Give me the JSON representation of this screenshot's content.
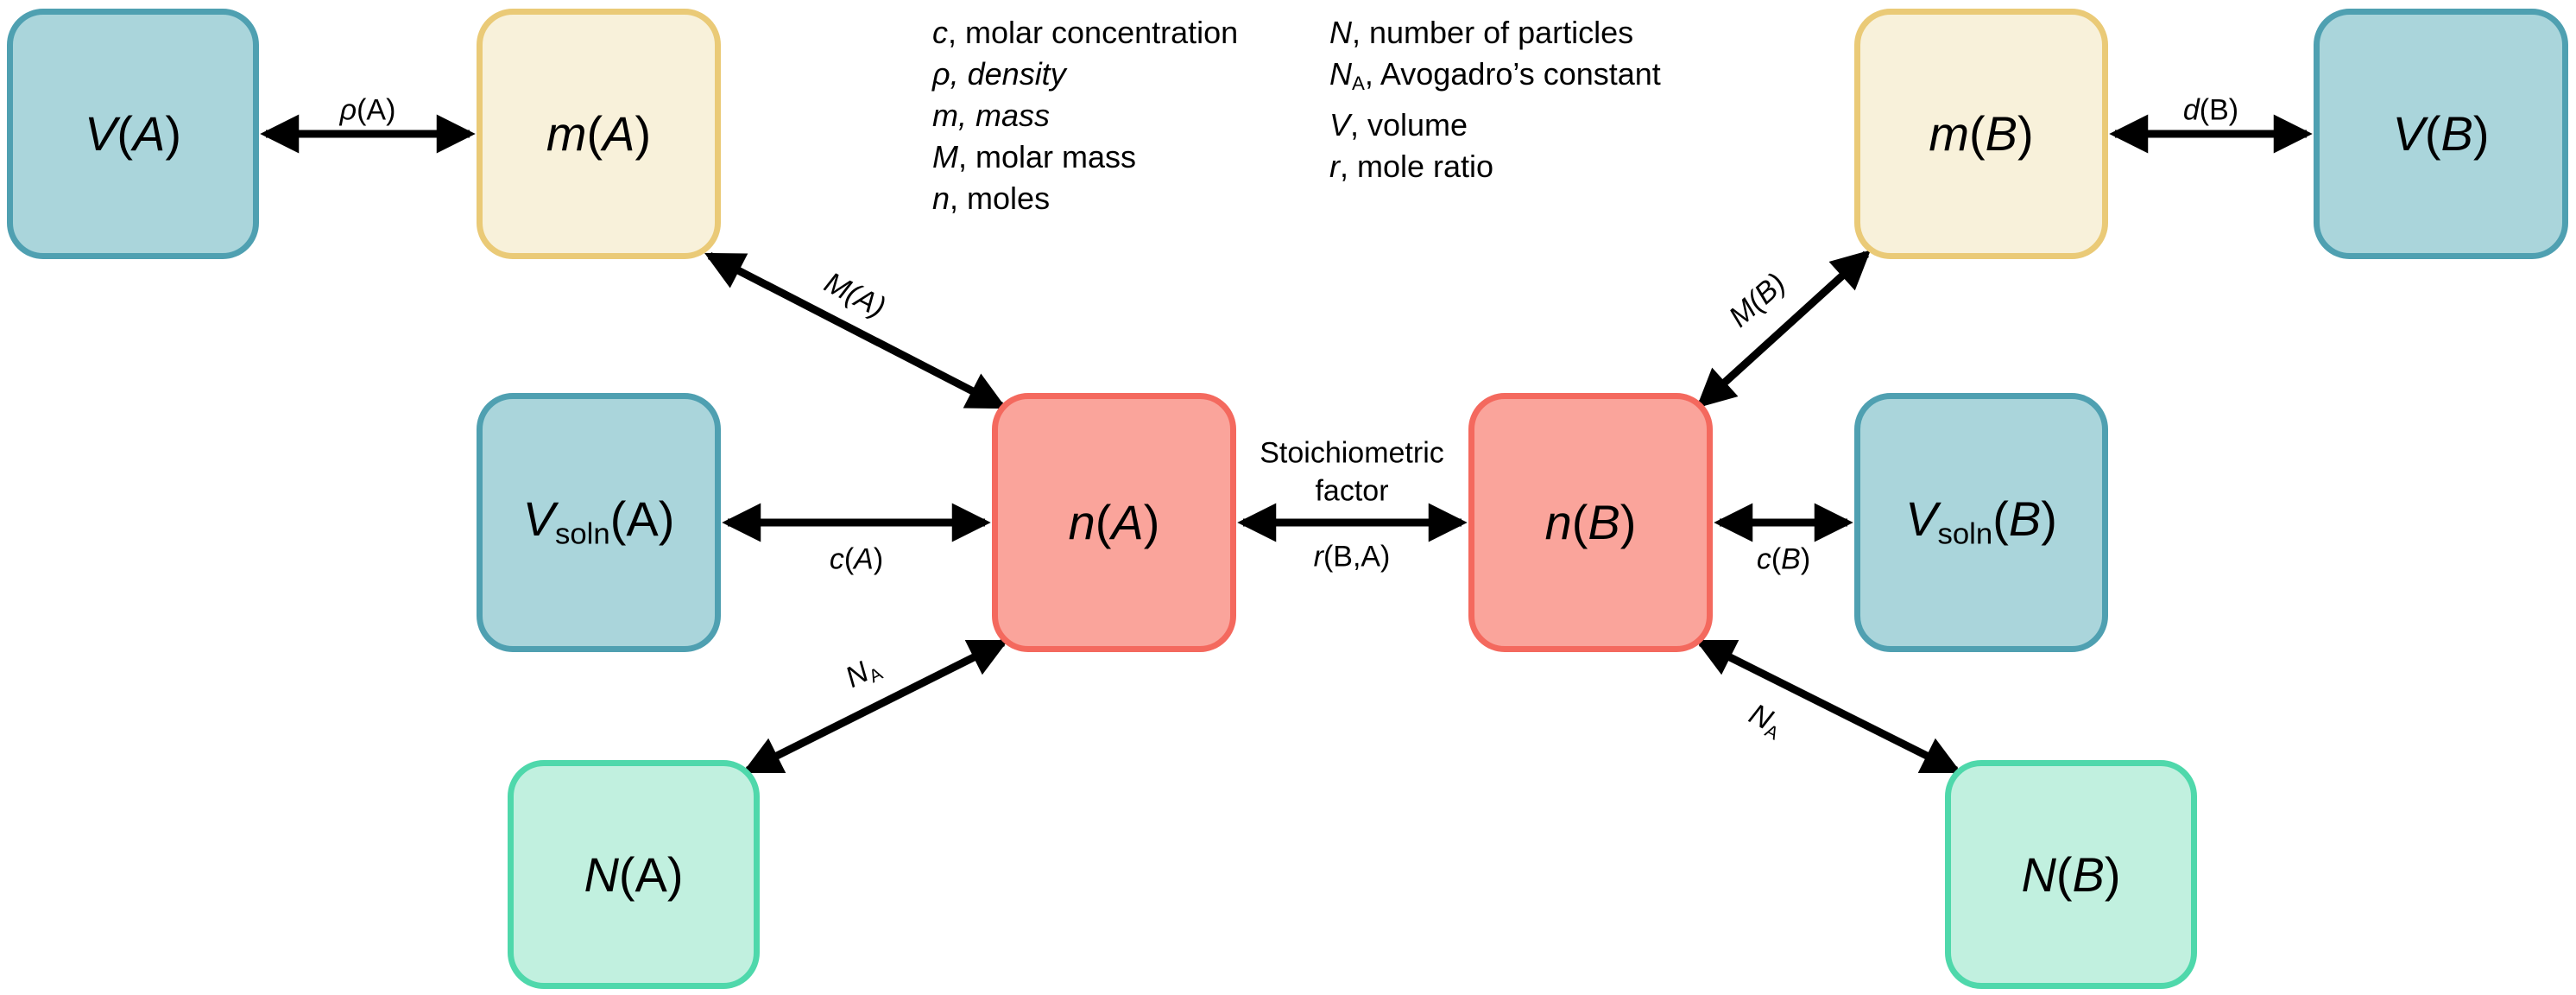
{
  "colors": {
    "teal_fill": "#AAD5DB",
    "teal_border": "#4FA0B1",
    "cream_fill": "#F8F1DA",
    "cream_border": "#EACA77",
    "salmon_fill": "#FAA49B",
    "salmon_border": "#F4695E",
    "mint_fill": "#C1F0DF",
    "mint_border": "#4FD8AB",
    "arrow": "#000000",
    "text": "#000000"
  },
  "boxes": {
    "v_a": [
      {
        "t": "V",
        "i": true
      },
      {
        "t": "("
      },
      {
        "t": "A",
        "i": true
      },
      {
        "t": ")"
      }
    ],
    "m_a": [
      {
        "t": "m",
        "i": true
      },
      {
        "t": "("
      },
      {
        "t": "A",
        "i": true
      },
      {
        "t": ")"
      }
    ],
    "vsoln_a": [
      {
        "t": "V",
        "i": true
      },
      {
        "t": "soln",
        "sub": true
      },
      {
        "t": "(A)"
      }
    ],
    "n_a": [
      {
        "t": "n",
        "i": true
      },
      {
        "t": "("
      },
      {
        "t": "A",
        "i": true
      },
      {
        "t": ")"
      }
    ],
    "cap_n_a": [
      {
        "t": "N",
        "i": true
      },
      {
        "t": "(A)"
      }
    ],
    "m_b": [
      {
        "t": "m",
        "i": true
      },
      {
        "t": "("
      },
      {
        "t": "B",
        "i": true
      },
      {
        "t": ")"
      }
    ],
    "v_b": [
      {
        "t": "V",
        "i": true
      },
      {
        "t": "("
      },
      {
        "t": "B",
        "i": true
      },
      {
        "t": ")"
      }
    ],
    "vsoln_b": [
      {
        "t": "V",
        "i": true
      },
      {
        "t": "soln",
        "sub": true
      },
      {
        "t": "("
      },
      {
        "t": "B",
        "i": true
      },
      {
        "t": ")"
      }
    ],
    "n_b": [
      {
        "t": "n",
        "i": true
      },
      {
        "t": "("
      },
      {
        "t": "B",
        "i": true
      },
      {
        "t": ")"
      }
    ],
    "cap_n_b": [
      {
        "t": "N",
        "i": true
      },
      {
        "t": "("
      },
      {
        "t": "B",
        "i": true
      },
      {
        "t": ")"
      }
    ]
  },
  "arrow_labels": {
    "rho_a": [
      {
        "t": "ρ",
        "i": true
      },
      {
        "t": "(A)"
      }
    ],
    "d_b": [
      {
        "t": "d",
        "i": true
      },
      {
        "t": "(B)"
      }
    ],
    "c_a": [
      {
        "t": "c",
        "i": true
      },
      {
        "t": "("
      },
      {
        "t": "A",
        "i": true
      },
      {
        "t": ")"
      }
    ],
    "c_b": [
      {
        "t": "c",
        "i": true
      },
      {
        "t": "("
      },
      {
        "t": "B",
        "i": true
      },
      {
        "t": ")"
      }
    ],
    "m_molar_a": [
      {
        "t": "M(A)",
        "i": true
      }
    ],
    "m_molar_b": [
      {
        "t": "M(B)",
        "i": true
      }
    ],
    "na_left": [
      {
        "t": "N",
        "i": true
      },
      {
        "t": "A",
        "sub": true
      }
    ],
    "na_right": [
      {
        "t": "N",
        "i": true
      },
      {
        "t": "A",
        "sub": true
      }
    ],
    "stoich_line1": "Stoichiometric",
    "stoich_line2": "factor",
    "r_ba": [
      {
        "t": "r",
        "i": true
      },
      {
        "t": "(B,A)"
      }
    ]
  },
  "legend": {
    "left": [
      [
        {
          "t": "c",
          "i": true
        },
        {
          "t": ", molar concentration"
        }
      ],
      [
        {
          "t": "ρ, density",
          "i": true
        }
      ],
      [
        {
          "t": "m, mass",
          "i": true
        }
      ],
      [
        {
          "t": "M",
          "i": true
        },
        {
          "t": ", molar mass"
        }
      ],
      [
        {
          "t": "n",
          "i": true
        },
        {
          "t": ", moles"
        }
      ]
    ],
    "right": [
      [
        {
          "t": "N",
          "i": true
        },
        {
          "t": ", number of particles"
        }
      ],
      [
        {
          "t": "N",
          "i": true
        },
        {
          "t": "A",
          "sub": true
        },
        {
          "t": ", Avogadro’s constant"
        }
      ],
      [
        {
          "t": "V",
          "i": true
        },
        {
          "t": ", volume"
        }
      ],
      [
        {
          "t": "r",
          "i": true
        },
        {
          "t": ", mole ratio"
        }
      ]
    ]
  }
}
